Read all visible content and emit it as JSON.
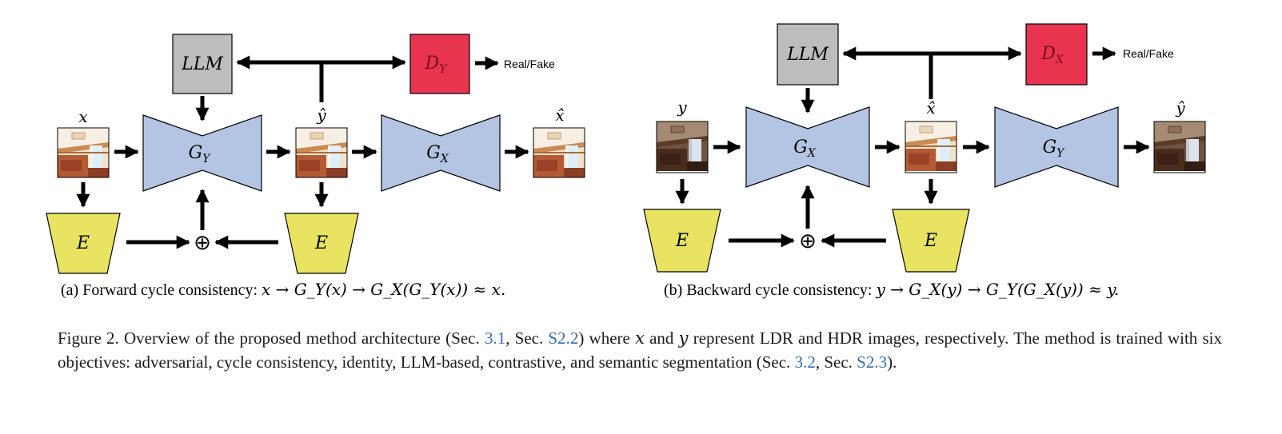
{
  "panel_a": {
    "llm_label": "LLM",
    "discriminator_label": "D",
    "discriminator_sub": "Y",
    "output_label": "Real/Fake",
    "input_var": "x",
    "mid_var": "ŷ",
    "out_var": "x̂",
    "gen1": "G",
    "gen1_sub": "Y",
    "gen2": "G",
    "gen2_sub": "X",
    "encoder_label": "E",
    "combine_symbol": "⊕",
    "caption_prefix": "(a) Forward cycle consistency: ",
    "caption_math": "x → G_Y(x) → G_X(G_Y(x)) ≈ x."
  },
  "panel_b": {
    "llm_label": "LLM",
    "discriminator_label": "D",
    "discriminator_sub": "X",
    "output_label": "Real/Fake",
    "input_var": "y",
    "mid_var": "x̂",
    "out_var": "ŷ",
    "gen1": "G",
    "gen1_sub": "X",
    "gen2": "G",
    "gen2_sub": "Y",
    "encoder_label": "E",
    "combine_symbol": "⊕",
    "caption_prefix": "(b) Backward cycle consistency: ",
    "caption_math": "y → G_X(y) → G_Y(G_X(y)) ≈ y."
  },
  "caption": {
    "part1": "Figure 2. Overview of the proposed method architecture (Sec. ",
    "ref1": "3.1",
    "part2": ", Sec. ",
    "ref2": "S2.2",
    "part3": ") where ",
    "var_x": "x",
    "part4": " and ",
    "var_y": "y",
    "part5": " represent LDR and HDR images, respectively. The method is trained with six objectives: adversarial, cycle consistency, identity, LLM-based, contrastive, and semantic segmentation (Sec. ",
    "ref3": "3.2",
    "part6": ", Sec. ",
    "ref4": "S2.3",
    "part7": ")."
  },
  "colors": {
    "llm_fill": "#bdbdbd",
    "discriminator_fill": "#e8344f",
    "generator_fill": "#b3c5e3",
    "encoder_fill": "#e8e462",
    "link": "#2f6fb0"
  },
  "icons": {
    "room_image": "room-photo-thumbnail-icon"
  }
}
